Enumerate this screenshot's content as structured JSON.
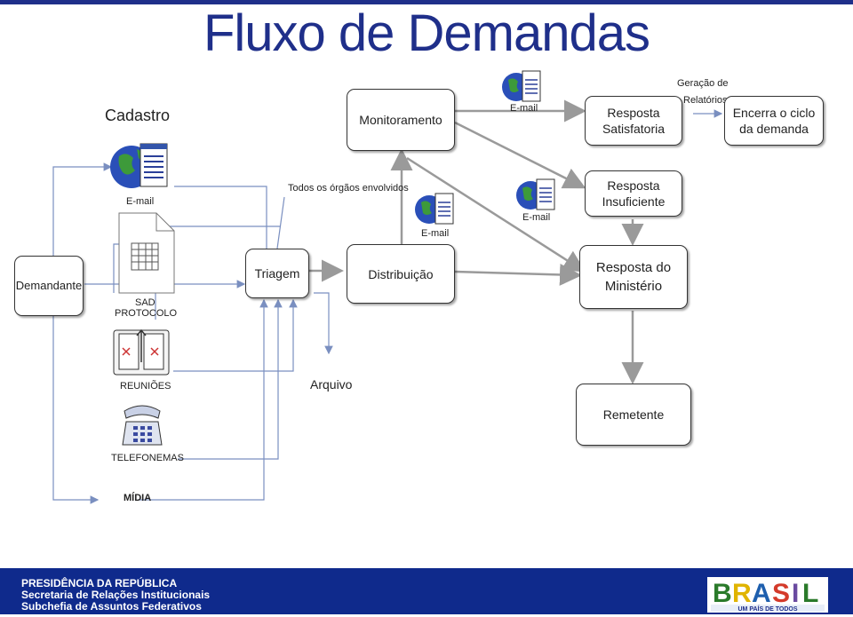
{
  "title": "Fluxo de Demandas",
  "labels": {
    "cadastro": "Cadastro",
    "email_cadastro": "E-mail",
    "todos_orgaos": "Todos os órgãos envolvidos",
    "email_mid": "E-mail",
    "email_top": "E-mail",
    "email_right": "E-mail",
    "geracao": "Geração de",
    "relatorios": "Relatórios",
    "sad": "SAD",
    "protocolo": "PROTOCOLO",
    "reunioes": "REUNIÕES",
    "telefonemas": "TELEFONEMAS",
    "midia": "MÍDIA",
    "arquivo": "Arquivo"
  },
  "boxes": {
    "demandante": "Demandante",
    "triagem": "Triagem",
    "distribuicao": "Distribuição",
    "monitoramento": "Monitoramento",
    "resposta_satisfatoria_1": "Resposta",
    "resposta_satisfatoria_2": "Satisfatoria",
    "encerra_1": "Encerra o ciclo",
    "encerra_2": "da demanda",
    "resposta_insuficiente_1": "Resposta",
    "resposta_insuficiente_2": "Insuficiente",
    "resposta_ministerio_1": "Resposta do",
    "resposta_ministerio_2": "Ministério",
    "remetente": "Remetente"
  },
  "footer": {
    "line1": "PRESIDÊNCIA DA REPÚBLICA",
    "line2": "Secretaria de Relações Institucionais",
    "line3": "Subchefia de Assuntos Federativos"
  },
  "logo": {
    "brand": "BRASIL",
    "tagline": "UM PAÍS DE TODOS"
  },
  "colors": {
    "title": "#1f2f8a",
    "footer_bg": "#0f2a8c",
    "arrow_gray": "#9a9a9a",
    "arrow_blue": "#7a8fc0"
  }
}
